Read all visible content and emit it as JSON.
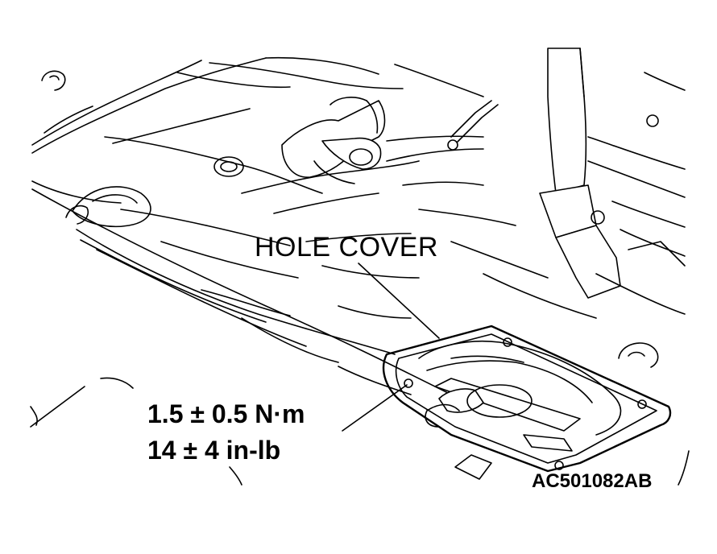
{
  "labels": {
    "hole_cover": "HOLE COVER",
    "torque_metric": "1.5 ± 0.5 N·m",
    "torque_imperial": "14 ± 4 in-lb",
    "figure_code": "AC501082AB"
  },
  "colors": {
    "line": "#000000",
    "background": "#ffffff"
  }
}
